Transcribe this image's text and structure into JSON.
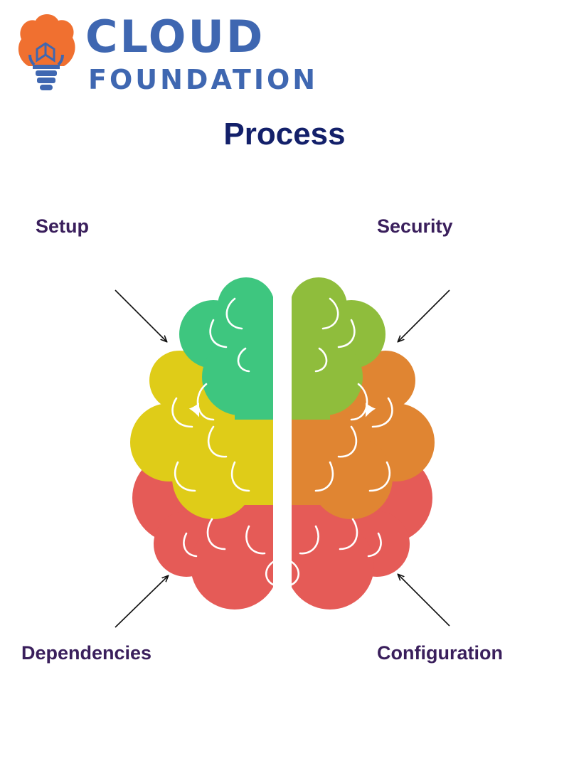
{
  "brand": {
    "line1": "CLOUD",
    "line2": "FOUNDATION",
    "logo_icon": "lightbulb-icon",
    "colors": {
      "text": "#3f67b1",
      "bulb": "#f07030",
      "base": "#3f67b1"
    }
  },
  "title": "Process",
  "labels": {
    "setup": "Setup",
    "security": "Security",
    "dependencies": "Dependencies",
    "configuration": "Configuration"
  },
  "diagram": {
    "icon": "brain-icon",
    "colors": {
      "green": "#3ec67f",
      "lime": "#8fbd3c",
      "yellow": "#dfcc18",
      "orange": "#e08532",
      "red": "#e55b57",
      "arrow": "#111111"
    }
  }
}
